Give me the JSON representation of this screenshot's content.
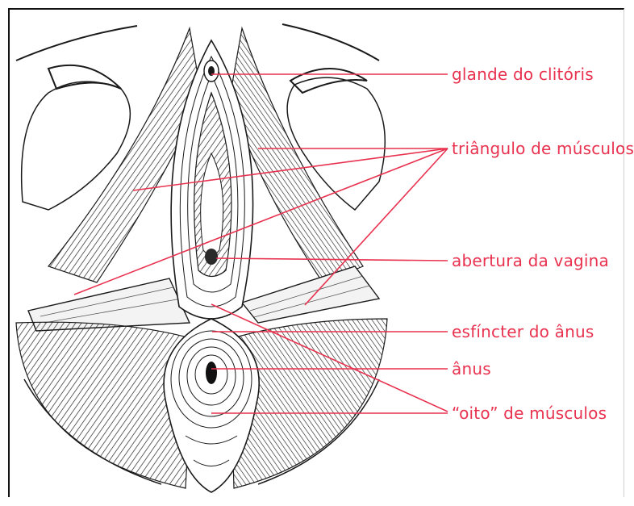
{
  "labels": {
    "clitoris": "glande do clitóris",
    "triangle": "triângulo de músculos",
    "vagina": "abertura da vagina",
    "sphincter": "esfíncter do ânus",
    "anus": "ânus",
    "figure_eight": "“oito” de músculos"
  },
  "colors": {
    "label": "#e8324f",
    "ink": "#1a1a1a",
    "background": "#ffffff"
  }
}
